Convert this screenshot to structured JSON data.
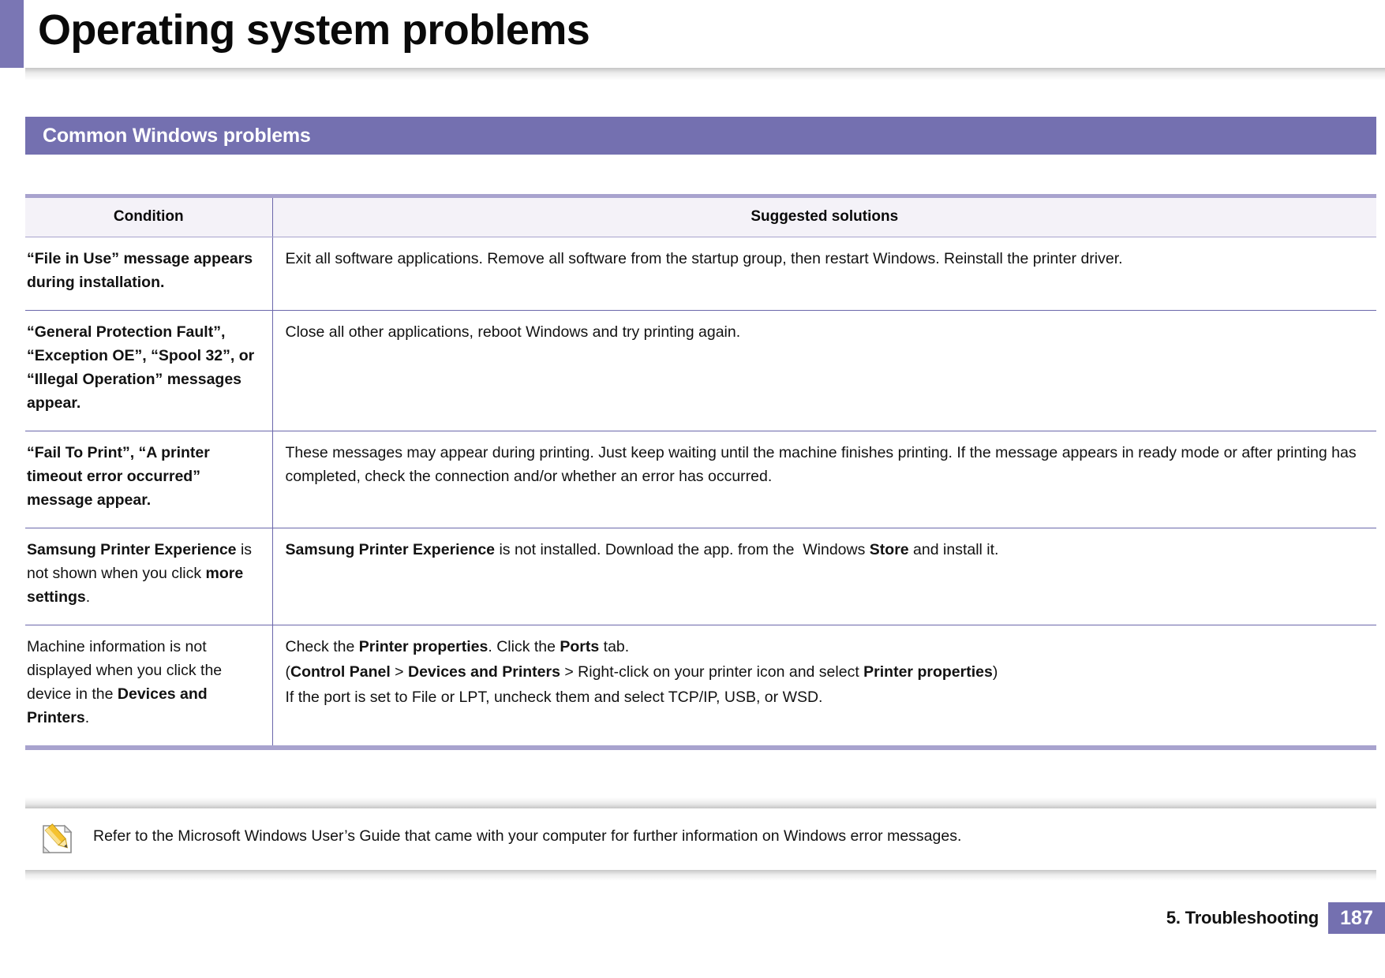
{
  "page": {
    "title": "Operating system problems",
    "section_heading": "Common Windows problems"
  },
  "table": {
    "headers": {
      "condition": "Condition",
      "solutions": "Suggested solutions"
    },
    "rows": [
      {
        "condition_html": "<b>“File in Use” message appears during installation.</b>",
        "solution_html": "<p>Exit all software applications. Remove all software from the startup group, then restart Windows. Reinstall the printer driver.</p>"
      },
      {
        "condition_html": "<b>“General Protection Fault”, “Exception OE”, “Spool 32”, or “Illegal Operation” messages appear.</b>",
        "solution_html": "<p>Close all other applications, reboot Windows and try printing again.</p>"
      },
      {
        "condition_html": "<b>“Fail To Print”, “A printer timeout error occurred” message appear.</b>",
        "solution_html": "<p>These messages may appear during printing. Just keep waiting until the machine finishes printing. If the message appears in ready mode or after printing has completed, check the connection and/or whether an error has occurred.</p>"
      },
      {
        "condition_html": "<b>Samsung Printer Experience</b><span class=\"reg\"> is not shown when you click </span><b>more settings</b><span class=\"reg\">.</span>",
        "solution_html": "<p><b>Samsung Printer Experience</b> is not installed. Download the app. from the&nbsp; Windows <b>Store</b> and install it.</p>"
      },
      {
        "condition_html": "<span class=\"reg\">Machine information is not displayed when you click the device in the </span><b>Devices and Printers</b><span class=\"reg\">.</span>",
        "solution_html": "<p>Check the <b>Printer properties</b>. Click the <b>Ports</b> tab.</p><p>(<b>Control Panel</b> &gt; <b>Devices and Printers</b> &gt; Right-click on your printer icon and select <b>Printer properties</b>)</p><p>If the port is set to File or LPT, uncheck them and select TCP/IP, USB, or WSD.</p>"
      }
    ]
  },
  "note": {
    "icon": "note-pencil-icon",
    "text": "Refer to the Microsoft Windows User’s Guide that came with your computer for further information on Windows error messages."
  },
  "footer": {
    "chapter": "5.  Troubleshooting",
    "page_number": "187"
  },
  "colors": {
    "purple": "#7470b0",
    "purple_light": "#a8a3ce",
    "header_bg": "#f4f2f8",
    "rule": "#6b67ab"
  }
}
